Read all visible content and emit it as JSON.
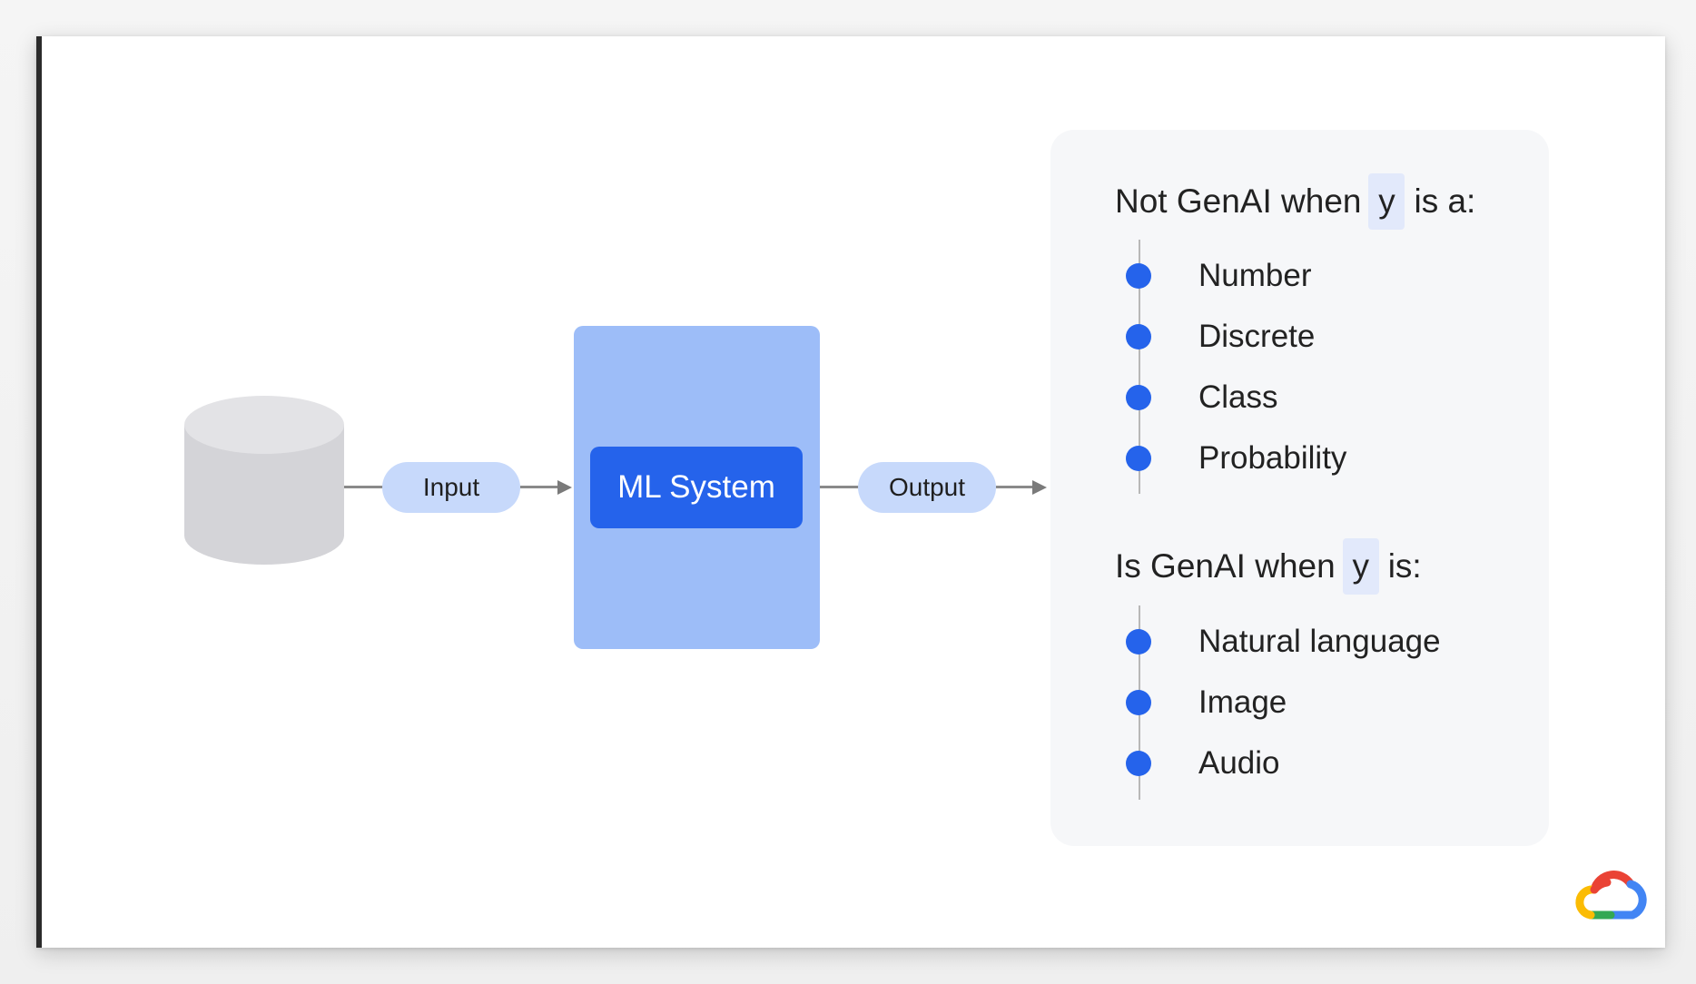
{
  "diagram": {
    "input_label": "Input",
    "system_label": "ML System",
    "output_label": "Output"
  },
  "panel": {
    "not_genai": {
      "prefix": "Not GenAI when",
      "variable": "y",
      "suffix": "is a:",
      "items": [
        "Number",
        "Discrete",
        "Class",
        "Probability"
      ]
    },
    "is_genai": {
      "prefix": "Is GenAI when",
      "variable": "y",
      "suffix": "is:",
      "items": [
        "Natural language",
        "Image",
        "Audio"
      ]
    }
  },
  "colors": {
    "accent": "#2563eb",
    "system_bg": "#9dbdf8",
    "pill_bg": "#c7d9fb",
    "panel_bg": "#f6f7f9",
    "database": "#d4d4d8"
  },
  "icons": {
    "database": "database-cylinder-icon",
    "logo": "google-cloud-logo-icon"
  }
}
